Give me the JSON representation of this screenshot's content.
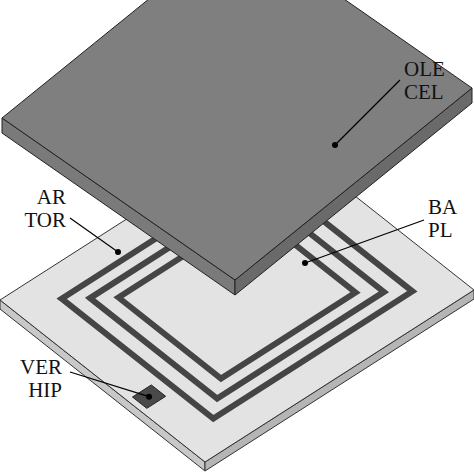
{
  "diagram": {
    "labels": [
      "OLE CEL",
      "AR TOR",
      "BA PL",
      "VER HIP"
    ]
  }
}
